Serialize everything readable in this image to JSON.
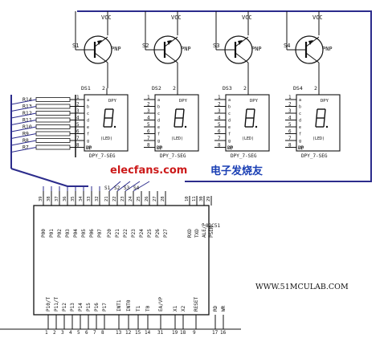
{
  "transistors": [
    {
      "ref": "S1",
      "vcc": "VCC",
      "type": "PNP"
    },
    {
      "ref": "S2",
      "vcc": "VCC",
      "type": "PNP"
    },
    {
      "ref": "S3",
      "vcc": "VCC",
      "type": "PNP"
    },
    {
      "ref": "S4",
      "vcc": "VCC",
      "type": "PNP"
    }
  ],
  "displays": [
    {
      "ref": "DS1",
      "type": "DPY",
      "part": "DPY_7-SEG",
      "pin2": "2"
    },
    {
      "ref": "DS2",
      "type": "DPY",
      "part": "DPY_7-SEG",
      "pin2": "2"
    },
    {
      "ref": "DS3",
      "type": "DPY",
      "part": "DPY_7-SEG",
      "pin2": "2"
    },
    {
      "ref": "DS4",
      "type": "DPY",
      "part": "DPY_7-SEG",
      "pin2": "2"
    }
  ],
  "segment_pins": [
    "1",
    "2",
    "3",
    "4",
    "5",
    "6",
    "7",
    "8"
  ],
  "segment_names": [
    "a",
    "b",
    "c",
    "d",
    "e",
    "f",
    "g",
    "dp"
  ],
  "display_inner_label": "(LED)",
  "resistors": [
    "R14",
    "R13",
    "R12",
    "R11",
    "R10",
    "R9",
    "R8",
    "R7"
  ],
  "mcu": {
    "part": "89C51",
    "pins_left_top": [
      "39",
      "38",
      "37",
      "36",
      "35",
      "34",
      "33",
      "32"
    ],
    "pins_left_names": [
      "P00",
      "P01",
      "P02",
      "P03",
      "P04",
      "P05",
      "P06",
      "P07"
    ],
    "pins_mid_top": [
      "21",
      "22",
      "23",
      "24",
      "25",
      "26",
      "27",
      "28"
    ],
    "pins_mid_names": [
      "P20",
      "P21",
      "P22",
      "P23",
      "P24",
      "P25",
      "P26",
      "P27"
    ],
    "pins_right_top": [
      "10",
      "11",
      "30",
      "29"
    ],
    "pins_right_names": [
      "RXD",
      "TXD",
      "ALE/P",
      "PSEN"
    ],
    "s_labels": [
      "S1",
      "S2",
      "S3",
      "S4"
    ],
    "pins_bottom": [
      "1",
      "2",
      "3",
      "4",
      "5",
      "6",
      "7",
      "8",
      "13",
      "12",
      "15",
      "14",
      "31",
      "19",
      "18",
      "9",
      "17",
      "16"
    ],
    "pins_bottom_names": [
      "P10/T",
      "P11/T",
      "P12",
      "P13",
      "P14",
      "P15",
      "P16",
      "P17",
      "INT1",
      "INT0",
      "T1",
      "T0",
      "EA/VP",
      "X1",
      "X2",
      "RESET",
      "RD",
      "WR"
    ]
  },
  "website": "WWW.51MCULAB.COM",
  "watermark": {
    "site": "elecfans.com",
    "cn": "电子发烧友",
    "colors": {
      "site": "#cc1a1a",
      "cn": "#1a3fb4"
    }
  }
}
